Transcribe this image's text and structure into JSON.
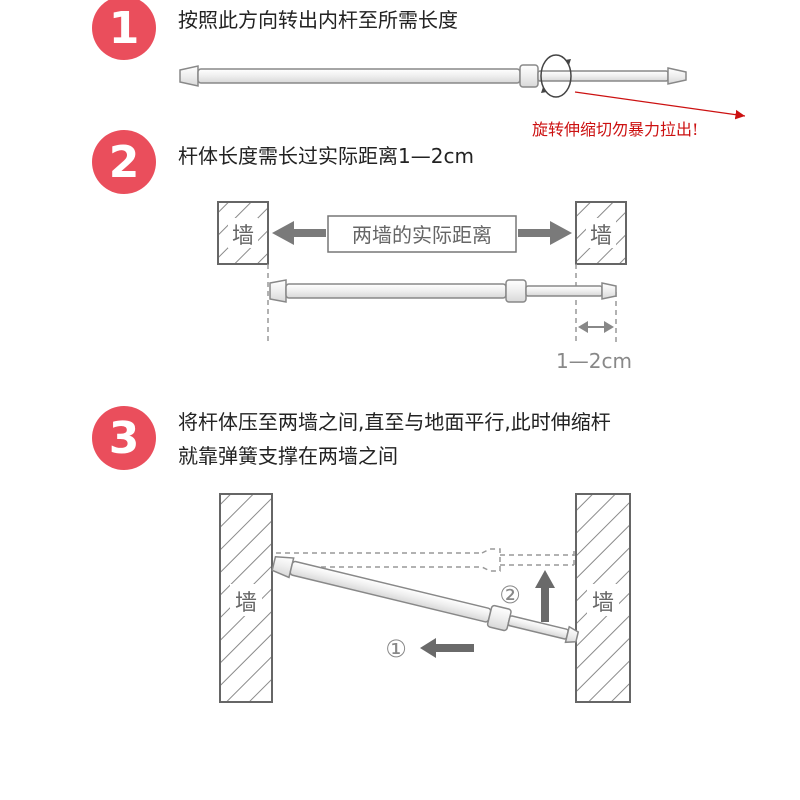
{
  "colors": {
    "badge": "#ea4e5c",
    "warning_text": "#cc1111",
    "line_gray": "#888888",
    "rod_fill": "#f2f2f2"
  },
  "steps": [
    {
      "number": "1",
      "text": "按照此方向转出内杆至所需长度",
      "note": "旋转伸缩切勿暴力拉出!"
    },
    {
      "number": "2",
      "text": "杆体长度需长过实际距离1—2cm",
      "wall_label": "墙",
      "distance_label": "两墙的实际距离",
      "gap_label": "1—2cm"
    },
    {
      "number": "3",
      "text_line1": "将杆体压至两墙之间,直至与地面平行,此时伸缩杆",
      "text_line2": "就靠弹簧支撑在两墙之间",
      "wall_label": "墙",
      "marker1": "①",
      "marker2": "②"
    }
  ]
}
